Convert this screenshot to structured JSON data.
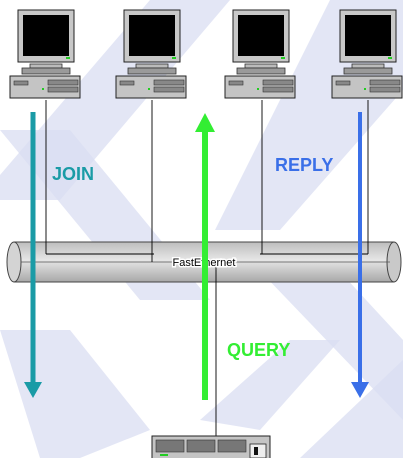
{
  "network": {
    "bus_label": "FastEthernet"
  },
  "labels": {
    "join": "JOIN",
    "reply": "REPLY",
    "query": "QUERY"
  },
  "colors": {
    "join": "#1a9ba6",
    "reply": "#3a6fe8",
    "query": "#33ee33",
    "watermark": "#d9ddf1"
  },
  "icons": {
    "workstation": "computer-workstation-icon",
    "server": "server-icon"
  }
}
